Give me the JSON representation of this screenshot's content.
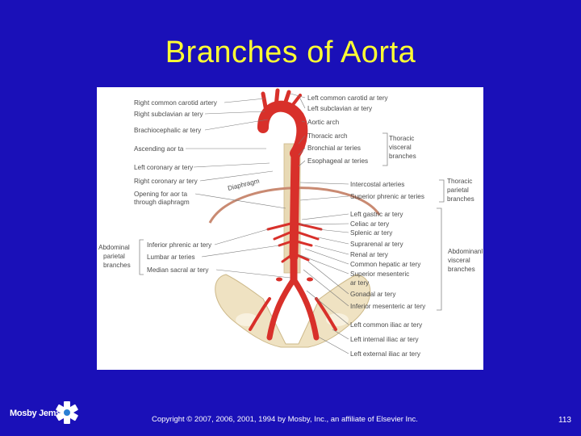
{
  "slide": {
    "title": "Branches of Aorta",
    "copyright": "Copyright © 2007, 2006, 2001, 1994 by Mosby, Inc., an affiliate of Elsevier Inc.",
    "page_number": "113",
    "logo_text": "Mosby Jems"
  },
  "figure": {
    "left_labels": [
      "Right common carotid artery",
      "Right subclavian ar tery",
      "Brachiocephalic ar tery",
      "Ascending aor ta",
      "Left coronary ar tery",
      "Right coronary ar tery",
      "Opening for aor ta",
      "through diaphragm"
    ],
    "diaphragm_label": "Diaphragm",
    "abdominal_parietal_group": [
      "Abdominal",
      "parietal",
      "branches"
    ],
    "abdominal_parietal_items": [
      "Inferior phrenic ar tery",
      "Lumbar ar teries",
      "Median sacral ar tery"
    ],
    "right_labels": [
      "Left common carotid ar tery",
      "Left subclavian ar tery",
      "Aortic arch",
      "Thoracic arch",
      "Bronchial ar teries",
      "Esophageal ar teries",
      "Intercostal arteries",
      "Superior phrenic ar teries",
      "Left gastric ar tery",
      "Celiac ar tery",
      "Splenic ar tery",
      "Suprarenal ar tery",
      "Renal ar tery",
      "Common hepatic ar tery",
      "Superior mesenteric",
      "ar tery",
      "Gonadal ar tery",
      "Inferior mesenteric ar tery",
      "Left common iliac ar tery",
      "Left internal iliac ar tery",
      "Left external iliac ar tery"
    ],
    "thoracic_visceral_group": [
      "Thoracic",
      "visceral",
      "branches"
    ],
    "thoracic_parietal_group": [
      "Thoracic",
      "parietal",
      "branches"
    ],
    "abdominal_visceral_group": [
      "Abdominanl",
      "visceral",
      "branches"
    ]
  },
  "colors": {
    "background": "#1a10b8",
    "title": "#ffff33",
    "artery": "#d8302a",
    "bone": "#efe2c2"
  }
}
